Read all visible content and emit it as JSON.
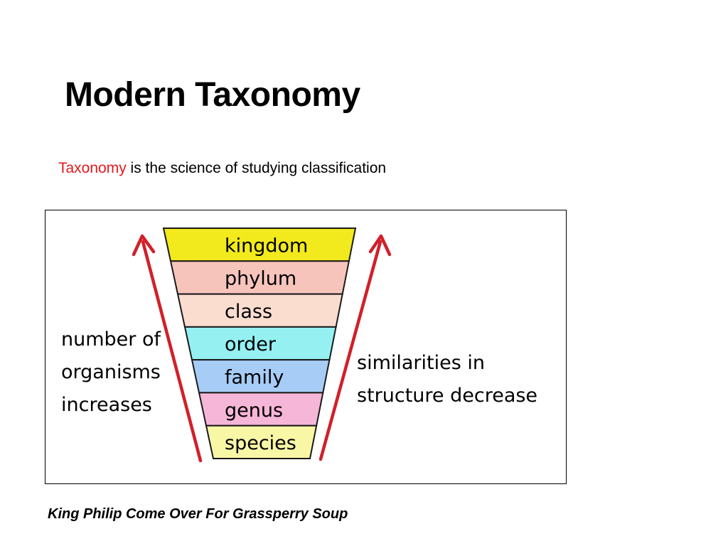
{
  "slide": {
    "title": "Modern Taxonomy",
    "definition_term": "Taxonomy",
    "definition_rest": " is the science of studying classification",
    "mnemonic": "King Philip Come Over For Grassperry Soup"
  },
  "colors": {
    "term": "#e31a1c",
    "arrow": "#d0202a"
  },
  "diagram": {
    "levels": [
      {
        "label": "kingdom",
        "color": "#f2ea1c"
      },
      {
        "label": "phylum",
        "color": "#f7c4bc"
      },
      {
        "label": "class",
        "color": "#fbddd0"
      },
      {
        "label": "order",
        "color": "#95f0f2"
      },
      {
        "label": "family",
        "color": "#a7cdf6"
      },
      {
        "label": "genus",
        "color": "#f6b6d8"
      },
      {
        "label": "species",
        "color": "#f8f7a6"
      }
    ],
    "left_note": [
      "number of",
      "organisms",
      "increases"
    ],
    "right_note": [
      "similarities in",
      "structure decrease"
    ]
  }
}
